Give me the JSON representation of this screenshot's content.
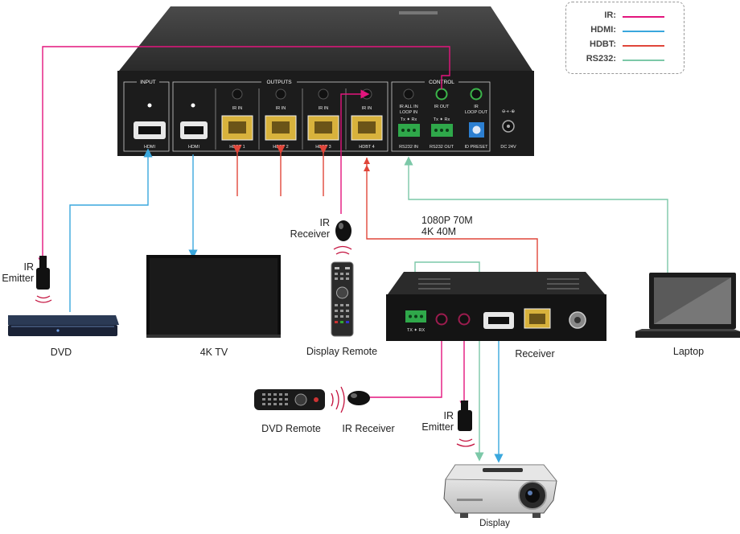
{
  "colors": {
    "ir": "#e3157d",
    "hdmi": "#3aa7dd",
    "hdbt": "#e0463a",
    "rs232": "#7cc8a8",
    "device": "#222222"
  },
  "legend": [
    {
      "label": "IR:",
      "color": "#e3157d"
    },
    {
      "label": "HDMI:",
      "color": "#3aa7dd"
    },
    {
      "label": "HDBT:",
      "color": "#e0463a"
    },
    {
      "label": "RS232:",
      "color": "#7cc8a8"
    }
  ],
  "switcher": {
    "sections": {
      "input": "INPUT",
      "outputs": "OUTPUTS",
      "control": "CONTROL"
    },
    "ports": {
      "hdmi_in": "HDMI",
      "hdmi_out": "HDMI",
      "hdbt1": "HDBT 1",
      "hdbt2": "HDBT 2",
      "hdbt3": "HDBT 3",
      "hdbt4": "HDBT 4",
      "ir_in": "IR IN",
      "ir_all_in": "IR ALL IN",
      "loop_in": "LOOP IN",
      "ir_out": "IR OUT",
      "ir_loop": "IR",
      "loop_out": "LOOP OUT",
      "txrx": "Tx ✦ Rx",
      "rs232_in": "RS232 IN",
      "rs232_out": "RS232 OUT",
      "id_preset": "ID PRESET",
      "dc": "DC 24V"
    }
  },
  "receiver": {
    "txrx": "TX ✦ RX"
  },
  "labels": {
    "ir_emitter_left": [
      "IR",
      "Emitter"
    ],
    "dvd": "DVD",
    "tv": "4K TV",
    "ir_receiver_top": [
      "IR",
      "Receiver"
    ],
    "display_remote": "Display Remote",
    "distance_1080": "1080P 70M",
    "distance_4k": "4K 40M",
    "receiver": "Receiver",
    "laptop": "Laptop",
    "dvd_remote": "DVD Remote",
    "ir_receiver_bottom": "IR Receiver",
    "ir_emitter_bottom": [
      "IR",
      "Emitter"
    ],
    "display": "Display"
  }
}
